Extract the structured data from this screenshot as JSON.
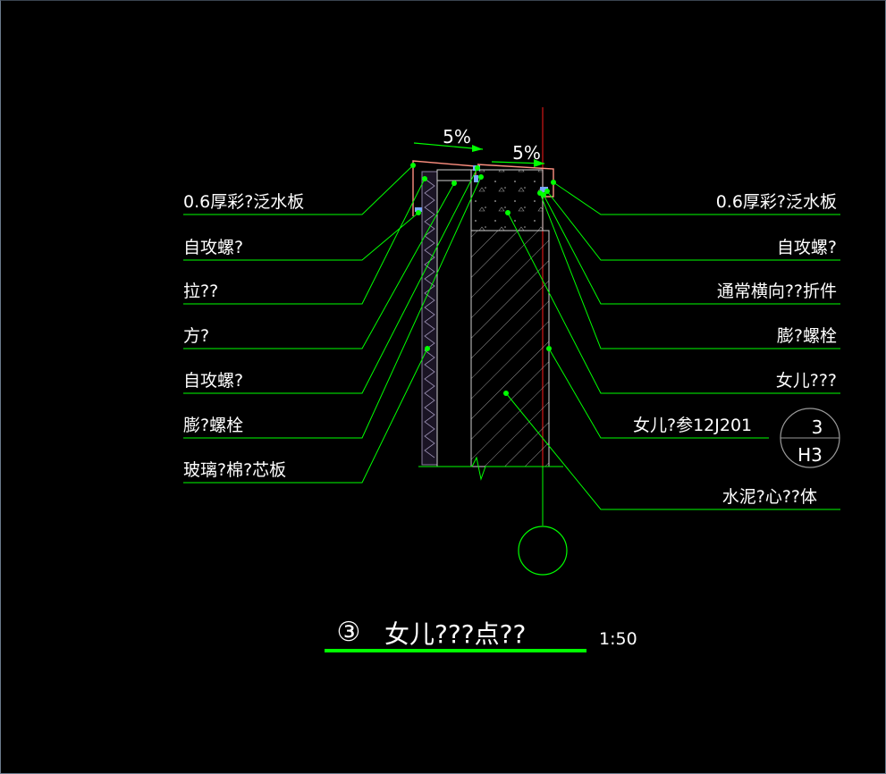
{
  "colors": {
    "background": "#000000",
    "leader": "#00ff00",
    "text": "#ffffff",
    "flashing": "#ff9080",
    "axis": "#d01818",
    "wall": "#cfcfcf",
    "panel": "#8a7fa0"
  },
  "slopes": {
    "left": "5%",
    "right": "5%"
  },
  "labels": {
    "left": [
      "0.6厚彩?泛水板",
      "自攻螺?",
      "拉??",
      "方?",
      "自攻螺?",
      "膨?螺栓",
      "玻璃?棉?芯板"
    ],
    "right": [
      "0.6厚彩?泛水板",
      "自攻螺?",
      "通常横向??折件",
      "膨?螺栓",
      "女儿???",
      "女儿?参12J201",
      "水泥?心??体"
    ]
  },
  "detail_ref": {
    "number": "3",
    "sheet": "H3"
  },
  "title": {
    "circled_number": "③",
    "text": "女儿???点??",
    "scale": "1:50"
  }
}
